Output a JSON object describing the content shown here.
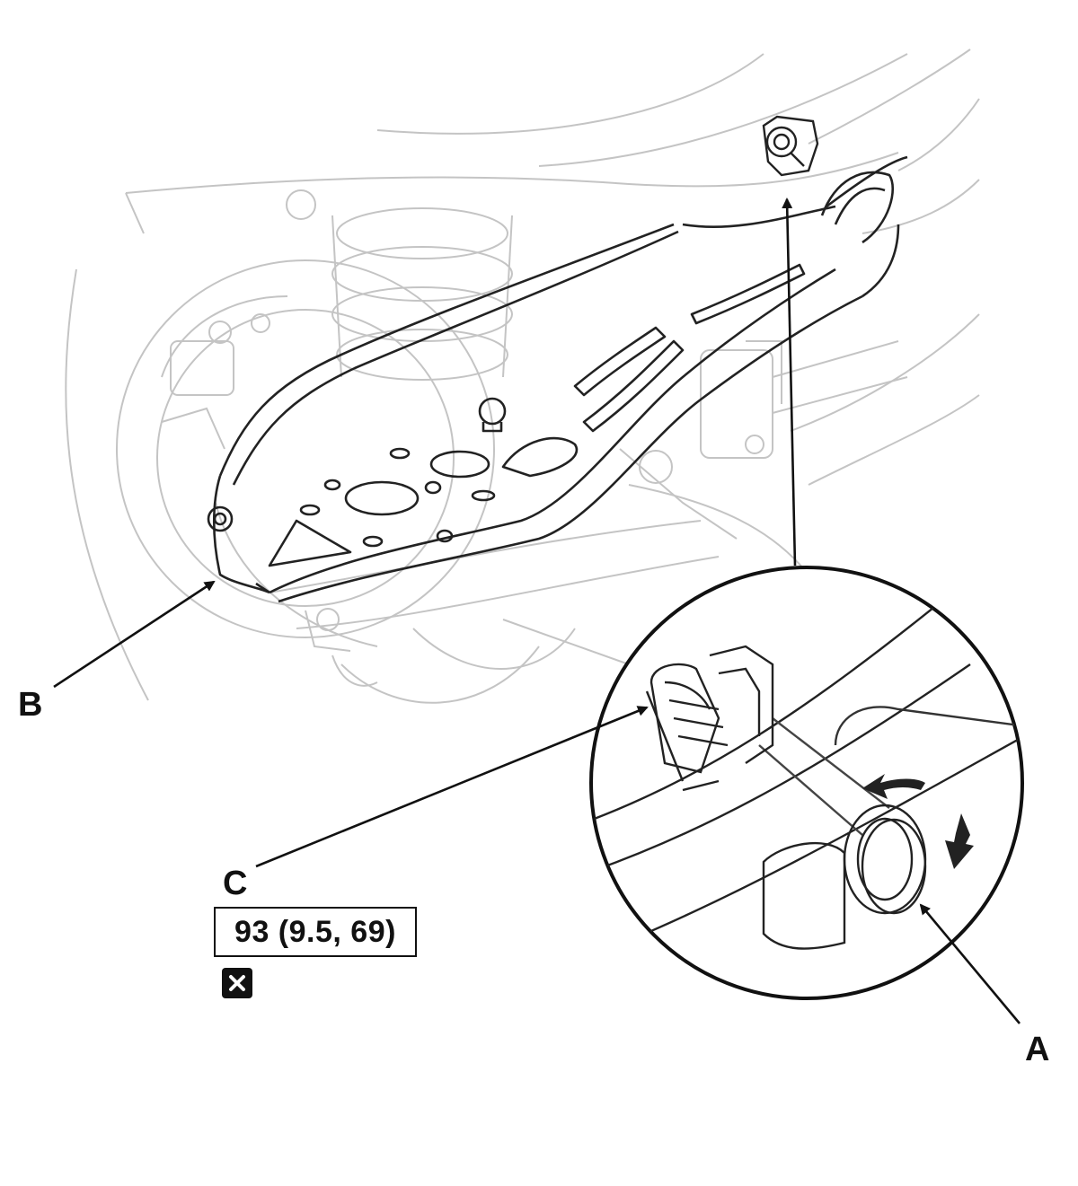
{
  "callouts": {
    "a": "A",
    "b": "B",
    "c": "C"
  },
  "torque_spec": {
    "text": "93 (9.5, 69)"
  },
  "icons": {
    "replace": "replace-part-x-icon",
    "rotate": "rotation-arrows-icon"
  },
  "colors": {
    "background": "#ffffff",
    "linework_faint": "#c4c4c4",
    "linework_main": "#222222",
    "label_text": "#111111"
  }
}
